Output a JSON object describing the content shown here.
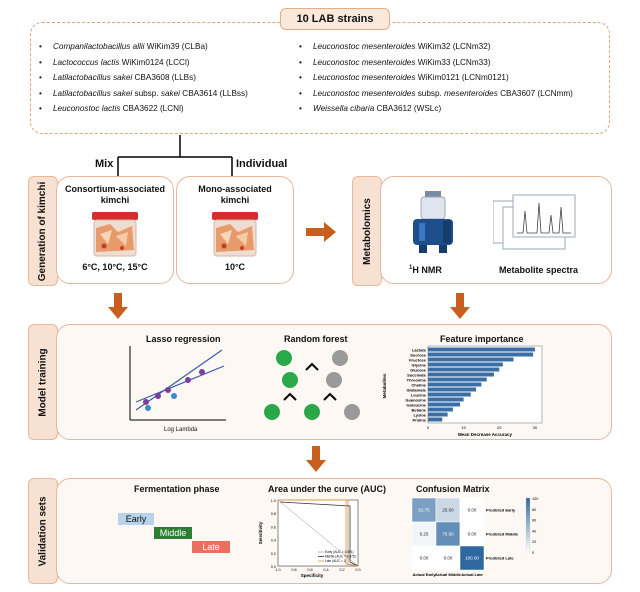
{
  "header": {
    "title": "10 LAB strains"
  },
  "strains": {
    "left": [
      {
        "species": "Companilactobacillus allii",
        "strain": " WiKim39 (CLBa)"
      },
      {
        "species": "Lactococcus lactis",
        "strain": " WiKim0124 (LCCl)"
      },
      {
        "species": "Latilactobacillus sakei",
        "strain": " CBA3608 (LLBs)"
      },
      {
        "species": "Latilactobacillus sakei",
        "mid": " subsp. ",
        "species2": "sakei",
        "strain": " CBA3614 (LLBss)"
      },
      {
        "species": "Leuconostoc lactis",
        "strain": " CBA3622 (LCNl)"
      }
    ],
    "right": [
      {
        "species": "Leuconostoc mesenteroides",
        "strain": " WiKim32 (LCNm32)"
      },
      {
        "species": "Leuconostoc mesenteroides",
        "strain": " WiKim33 (LCNm33)"
      },
      {
        "species": "Leuconostoc mesenteroides",
        "strain": " WiKim0121 (LCNm0121)"
      },
      {
        "species": "Leuconostoc mesenteroides",
        "mid": " subsp. ",
        "species2": "mesenteroides",
        "strain": " CBA3607 (LCNmm)"
      },
      {
        "species": "Weissella cibaria",
        "strain": " CBA3612 (WSLc)"
      }
    ]
  },
  "branch": {
    "mix": "Mix",
    "individual": "Individual"
  },
  "generation": {
    "tab": "Generation of kimchi",
    "consortium_title": "Consortium-associated kimchi",
    "consortium_temp": "6°C, 10°C, 15°C",
    "mono_title": "Mono-associated kimchi",
    "mono_temp": "10°C"
  },
  "metabolomics": {
    "tab": "Metabolomics",
    "nmr_label": "H NMR",
    "nmr_sup": "1",
    "spectra_label": "Metabolite spectra"
  },
  "model_training": {
    "tab": "Model training",
    "lasso_title": "Lasso regression",
    "lasso_xlabel": "Log Lambda",
    "rf_title": "Random forest",
    "fi_title": "Feature importance",
    "fi_ylabel": "Metabolites",
    "fi_xlabel": "Mean Decrease Accuracy",
    "fi_metabolites": [
      "Lactate",
      "Sucrose",
      "Fructose",
      "Glycine",
      "Glucose",
      "Succinate",
      "Threonine",
      "Choline",
      "Glutamate",
      "Leucine",
      "Guanosine",
      "Isoleucine",
      "Betaine",
      "Lysine",
      "Proline"
    ],
    "fi_values": [
      30,
      29.5,
      24,
      21,
      20,
      18.5,
      16.5,
      15,
      13.5,
      12,
      10,
      9,
      7,
      5.5,
      4
    ],
    "fi_ticks": [
      "0",
      "10",
      "20",
      "30"
    ]
  },
  "validation": {
    "tab": "Validation sets",
    "phase_title": "Fermentation phase",
    "phases": [
      "Early",
      "Middle",
      "Late"
    ],
    "phase_colors": [
      "#b8d3ea",
      "#2f7d32",
      "#e8705d"
    ],
    "auc_title": "Area under the curve (AUC)",
    "auc_xlabel": "Specificity",
    "auc_ylabel": "Sensitivity",
    "auc_yticks": [
      "1.0",
      "0.8",
      "0.6",
      "0.4",
      "0.2",
      "0.0"
    ],
    "auc_xticks": [
      "1.0",
      "0.8",
      "0.6",
      "0.4",
      "0.2",
      "0.0"
    ],
    "auc_legend": [
      "Early (AUC = 0.891)",
      "Middle (AUC = 0.875)",
      "Late (AUC = 1)"
    ],
    "cm_title": "Confusion Matrix",
    "cm_values": [
      [
        "62.75",
        "25.00",
        "0.00"
      ],
      [
        "6.25",
        "75.00",
        "0.00"
      ],
      [
        "0.00",
        "0.00",
        "100.00"
      ]
    ],
    "cm_row_labels": [
      "Predicted Early",
      "Predicted Middle",
      "Predicted Late"
    ],
    "cm_col_labels": [
      "Actual Early",
      "Actual Middle",
      "Actual Late"
    ],
    "cm_scale": [
      "100",
      "80",
      "60",
      "40",
      "20",
      "0"
    ]
  },
  "colors": {
    "accent": "#e1a57c",
    "arrow": "#c95f1e",
    "panel_bg": "#fdf8f4",
    "blue": "#3b6ea5"
  }
}
